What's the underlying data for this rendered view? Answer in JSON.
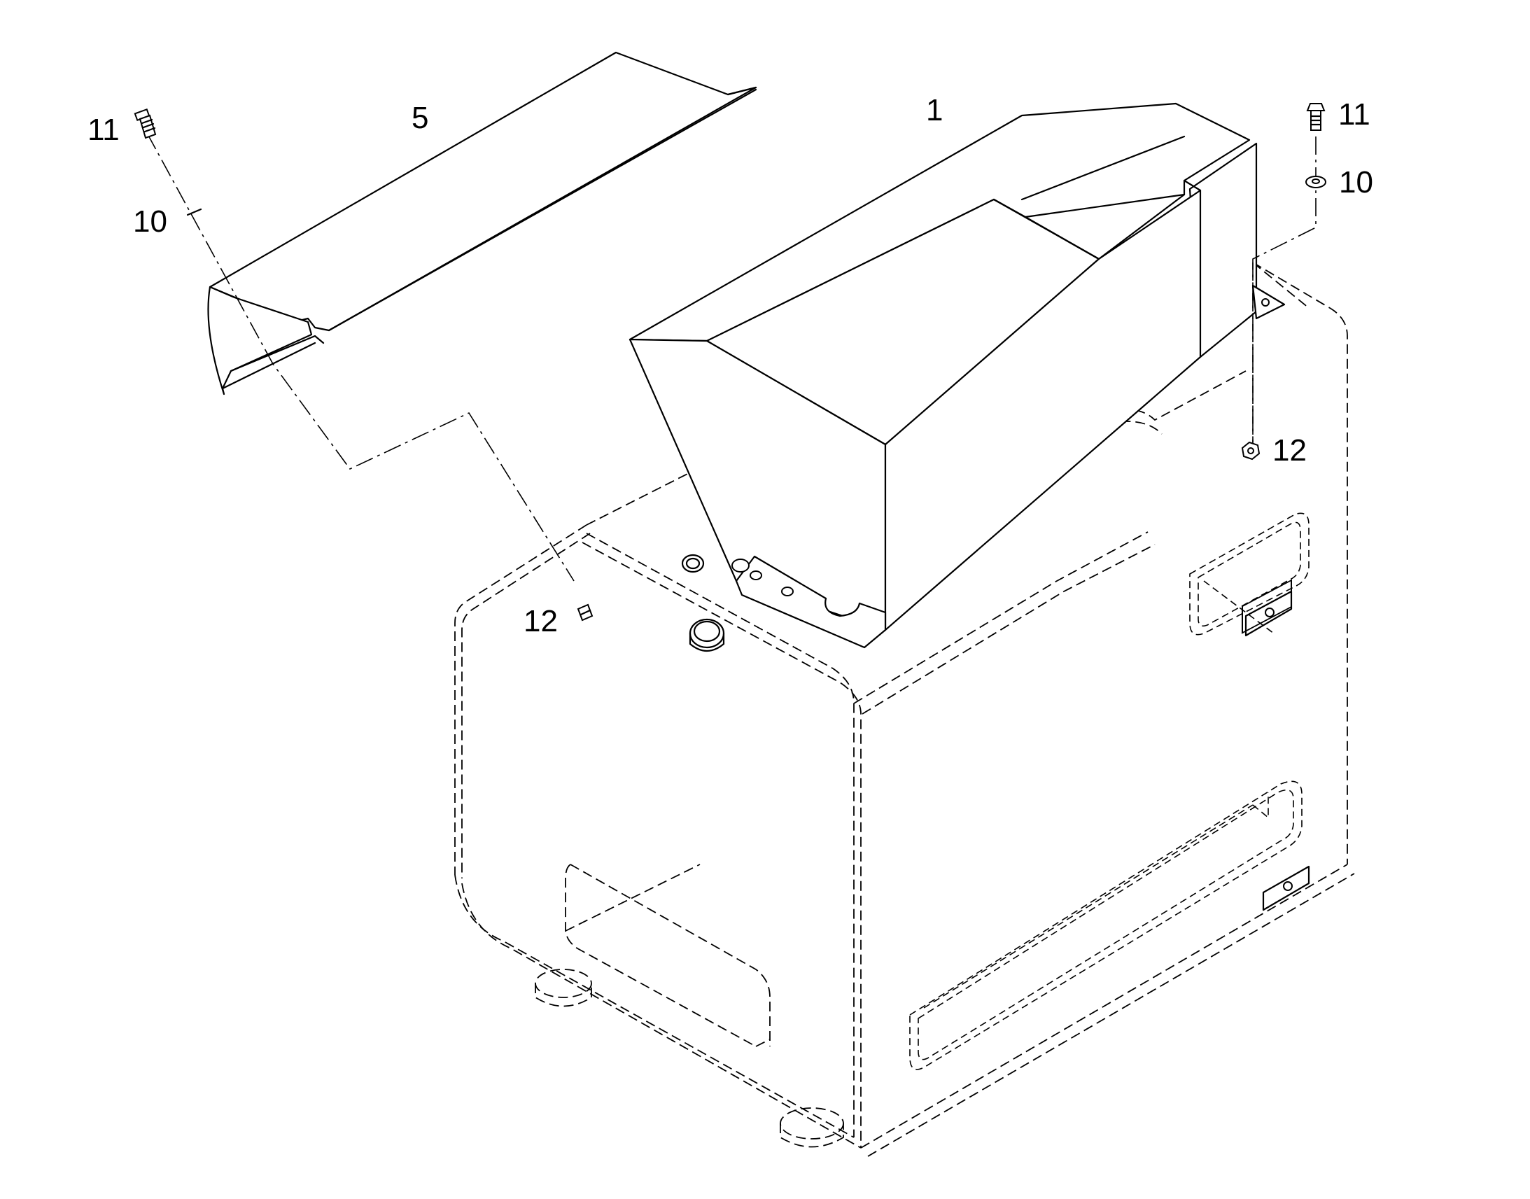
{
  "callouts": {
    "part_1": "1",
    "part_5": "5",
    "bolt_left": "11",
    "washer_left": "10",
    "nut_left": "12",
    "bolt_right": "11",
    "washer_right": "10",
    "nut_right": "12"
  },
  "colors": {
    "line": "#000000",
    "background": "#ffffff"
  }
}
